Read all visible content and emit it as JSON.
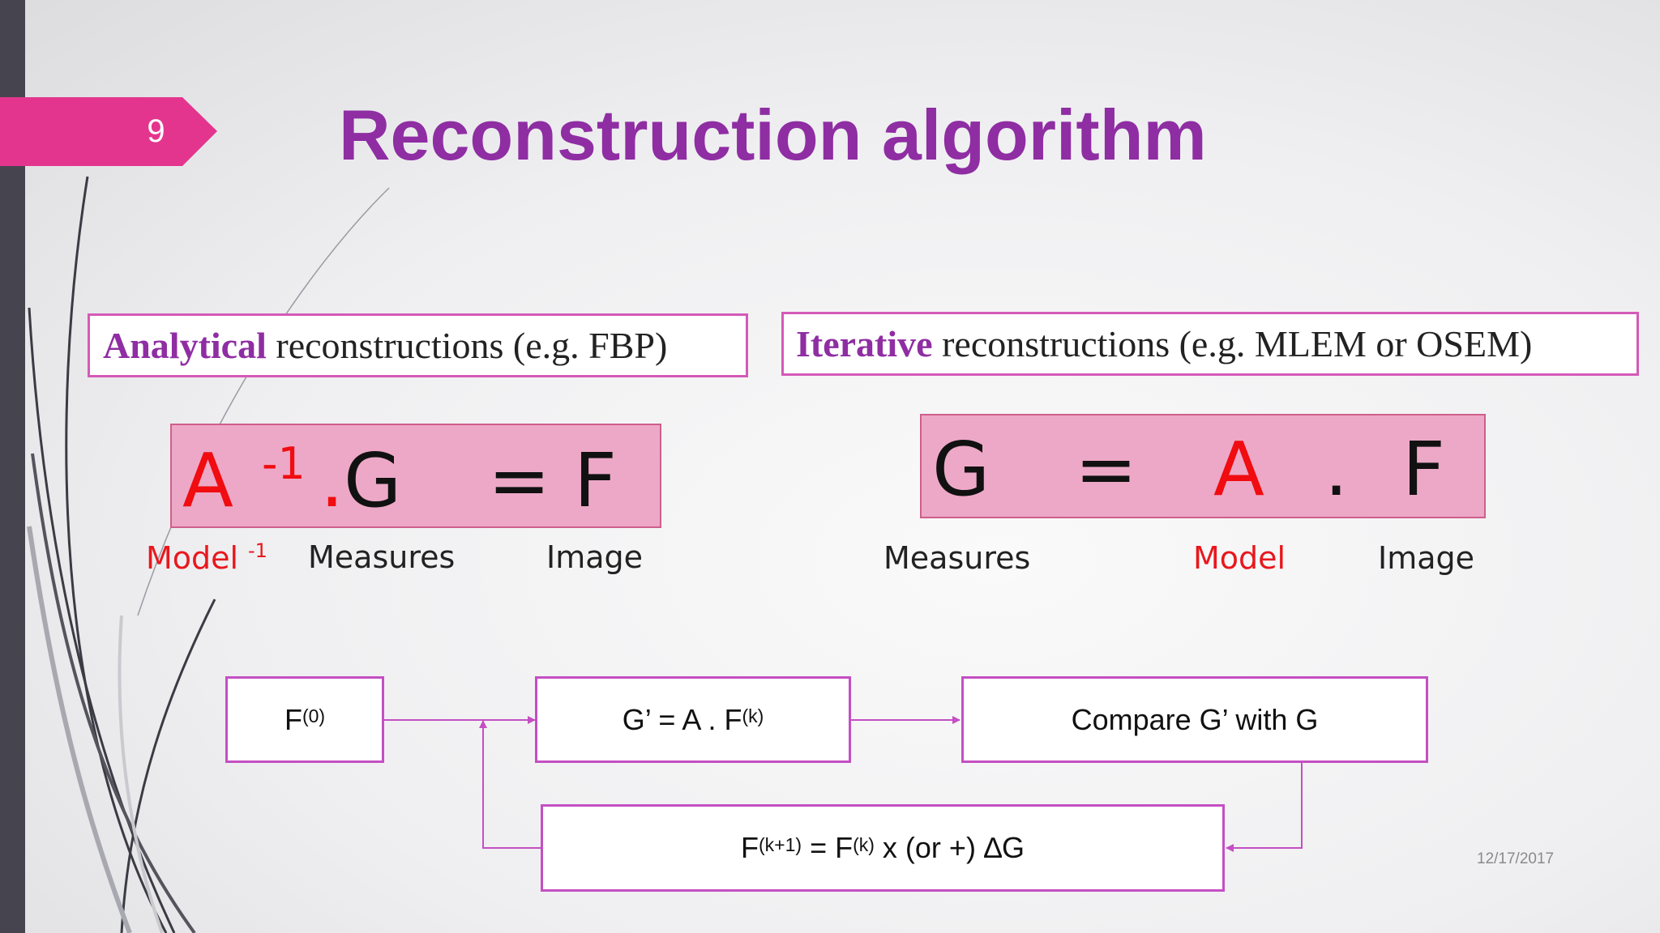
{
  "slide": {
    "number": "9",
    "title": "Reconstruction algorithm",
    "date": "12/17/2017"
  },
  "analytical": {
    "heading_strong": "Analytical",
    "heading_rest": " reconstructions (e.g. FBP)",
    "equation": {
      "a": "A",
      "exponent": "-1",
      "dot": ".",
      "g": "G",
      "equals": "=",
      "f": "F"
    },
    "labels": {
      "model": "Model",
      "model_exponent": "-1",
      "measures": "Measures",
      "image": "Image"
    }
  },
  "iterative": {
    "heading_strong": "Iterative",
    "heading_rest": " reconstructions (e.g. MLEM or OSEM)",
    "equation": {
      "g": "G",
      "equals": "=",
      "a": "A",
      "dot": ".",
      "f": "F"
    },
    "labels": {
      "measures": "Measures",
      "model": "Model",
      "image": "Image"
    }
  },
  "flow": {
    "initial": {
      "base": "F",
      "sup": "(0)"
    },
    "projection": {
      "prefix": "G’ = A . F",
      "sup": "(k)"
    },
    "compare": "Compare G’ with G",
    "update": {
      "base1": "F",
      "sup1": "(k+1)",
      "mid": " = F",
      "sup2": "(k)",
      "tail": " x (or +) ∆G"
    }
  },
  "colors": {
    "accent_magenta": "#e4358e",
    "title_purple": "#8f2da3",
    "model_red": "#f00c10",
    "equation_fill": "#eda8c7",
    "flow_border": "#c44fc3"
  }
}
